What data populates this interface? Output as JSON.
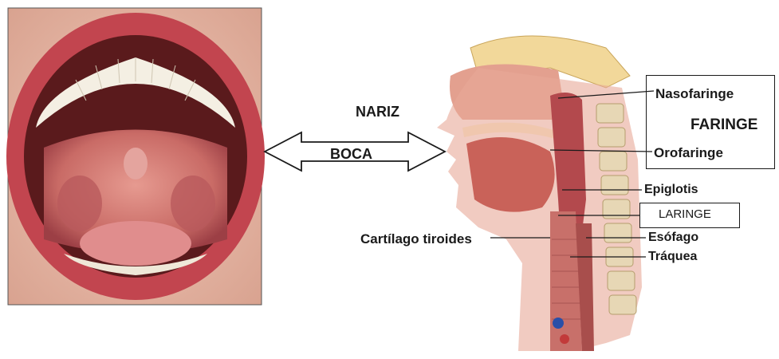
{
  "labels": {
    "nariz": "NARIZ",
    "boca": "BOCA",
    "nasofaringe": "Nasofaringe",
    "faringe": "FARINGE",
    "orofaringe": "Orofaringe",
    "epiglotis": "Epiglotis",
    "laringe": "LARINGE",
    "cartilago": "Cartílago tiroides",
    "esofago": "Esófago",
    "traquea": "Tráquea"
  },
  "colors": {
    "lip": "#c2454f",
    "skin": "#e8b7a6",
    "tissue": "#d9867a",
    "bone": "#f2d89a",
    "vertebra": "#e7d7b5"
  }
}
